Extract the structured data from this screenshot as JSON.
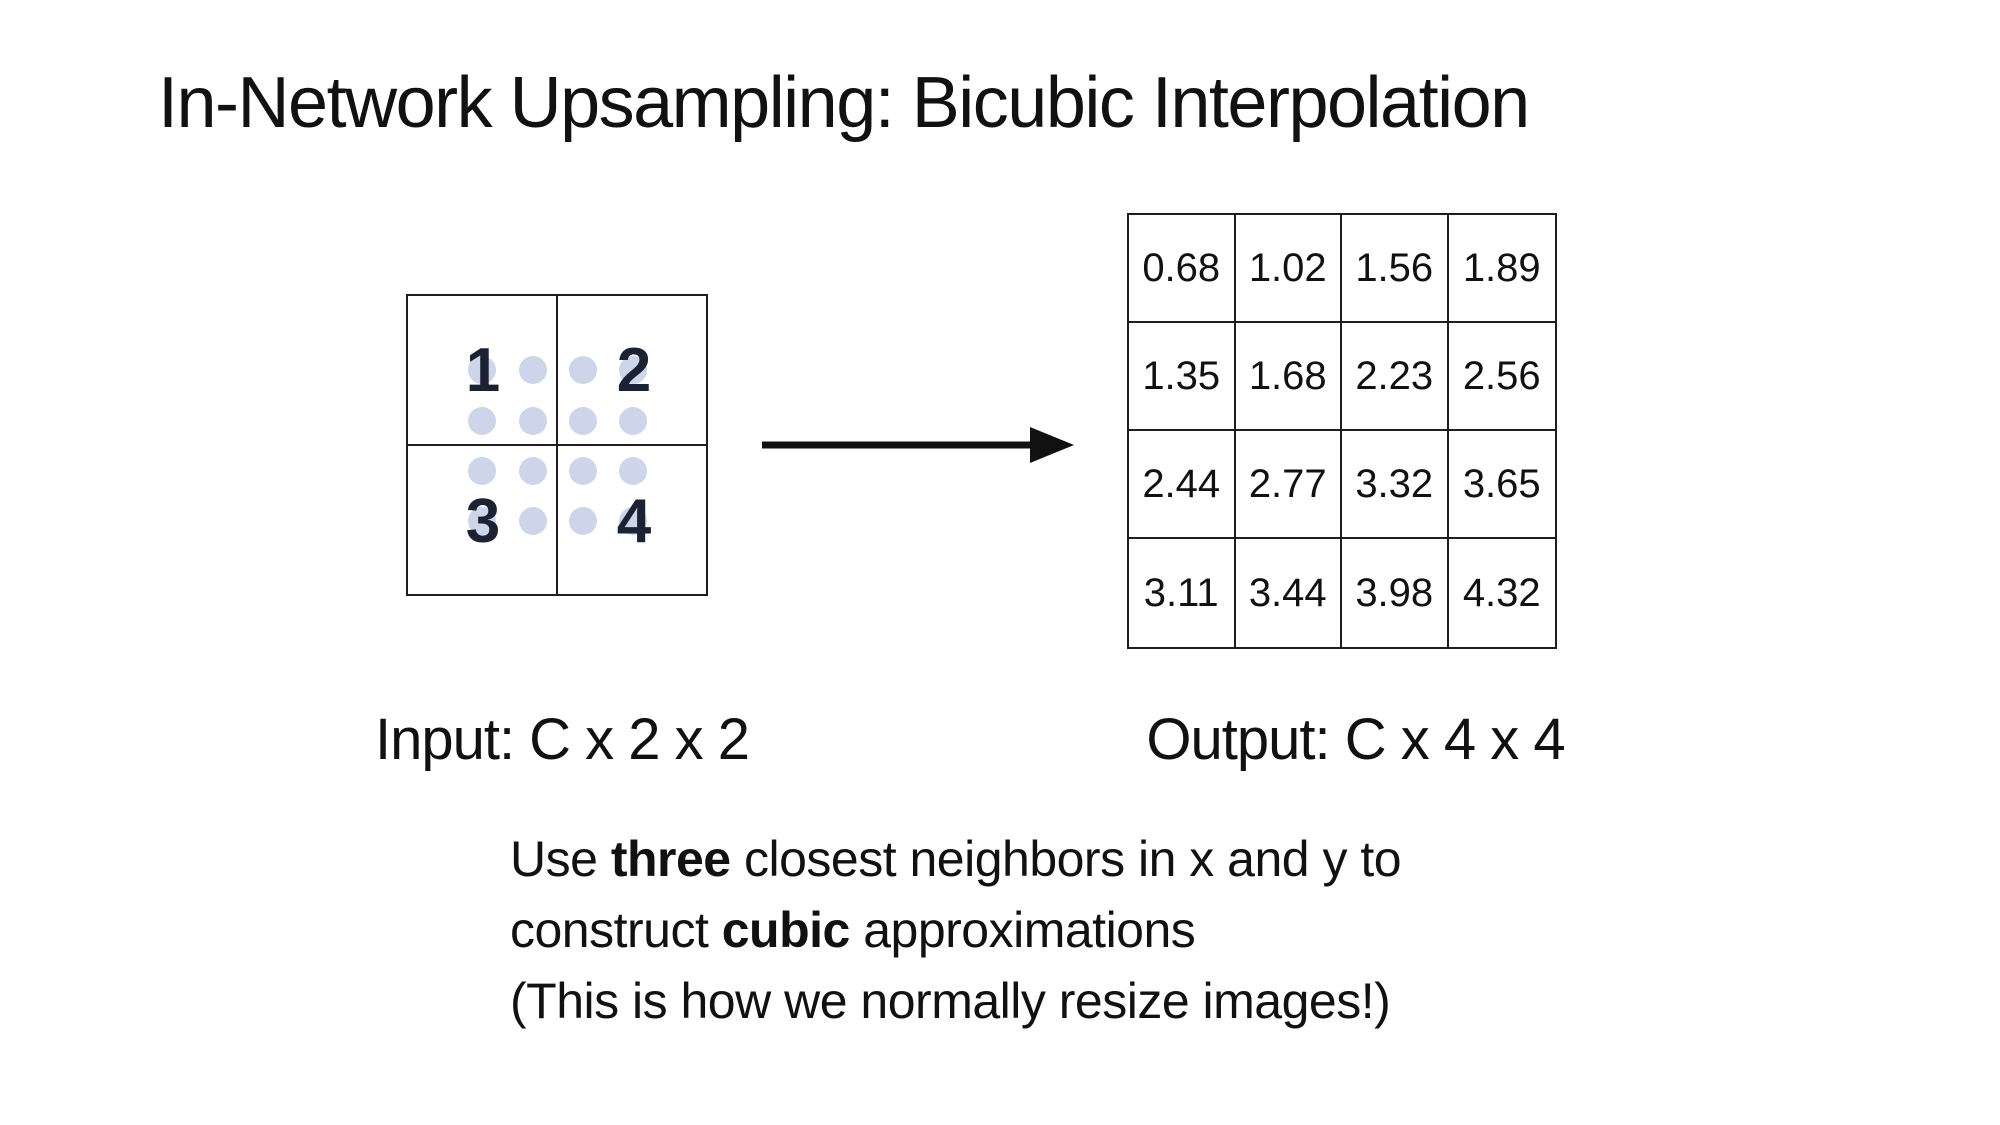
{
  "slide": {
    "title": "In-Network Upsampling: Bicubic Interpolation",
    "input": {
      "label": "Input: C x 2 x 2",
      "cells": [
        "1",
        "2",
        "3",
        "4"
      ]
    },
    "output": {
      "label": "Output: C x 4 x 4",
      "values": [
        "0.68",
        "1.02",
        "1.56",
        "1.89",
        "1.35",
        "1.68",
        "2.23",
        "2.56",
        "2.44",
        "2.77",
        "3.32",
        "3.65",
        "3.11",
        "3.44",
        "3.98",
        "4.32"
      ]
    },
    "note": {
      "line1_pre": "Use ",
      "line1_bold": "three",
      "line1_post": " closest neighbors in x and y to",
      "line2_pre": "construct ",
      "line2_bold": "cubic",
      "line2_post": " approximations",
      "line3": "(This is how we normally resize images!)"
    },
    "colors": {
      "sample_dot": "#ccd5ea",
      "input_number": "#1b2233",
      "grid_line": "#1f1f1f",
      "text": "#111111",
      "background": "#ffffff"
    }
  }
}
